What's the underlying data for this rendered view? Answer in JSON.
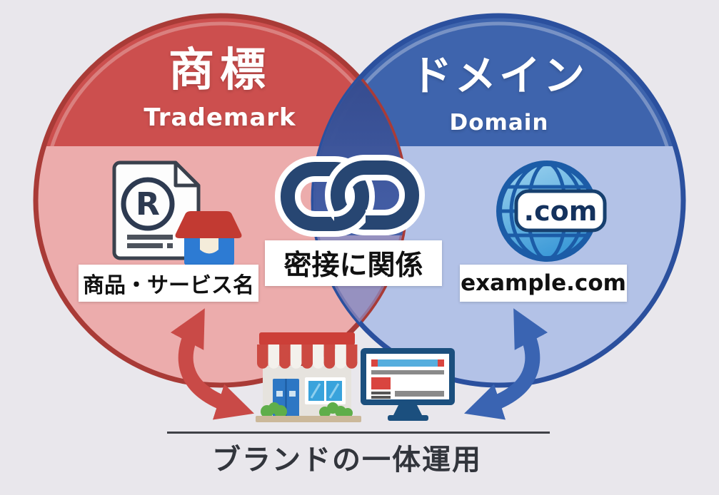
{
  "diagram_title": "ブランドの一体運用",
  "colors": {
    "background": "#e9e7ec",
    "trademark_cap": "#cc4f4e",
    "trademark_body": "#ecacac",
    "trademark_border": "#a93b37",
    "domain_cap": "#3e64ad",
    "domain_body": "#b3c2e7",
    "domain_border": "#2b509e",
    "overlap_top": "#2f4a8e",
    "overlap_bottom": "#8e84b6",
    "red_arrow": "#c94a47",
    "blue_arrow": "#3a64b2",
    "label_text": "#111111"
  },
  "trademark_circle": {
    "title": "商標",
    "subtitle": "Trademark",
    "registered_symbol": "R",
    "label": "商品・サービス名",
    "icons": [
      "registered-document-icon",
      "storefront-icon"
    ]
  },
  "domain_circle": {
    "title": "ドメイン",
    "subtitle": "Domain",
    "badge": ".com",
    "label": "example.com",
    "icons": [
      "globe-icon"
    ]
  },
  "center": {
    "label": "密接に関係",
    "icon": "chain-link-icon"
  },
  "bottom": {
    "caption": "ブランドの一体運用",
    "icons": [
      "storefront-illustration",
      "monitor-illustration",
      "red-curved-arrow",
      "blue-curved-arrow"
    ]
  }
}
